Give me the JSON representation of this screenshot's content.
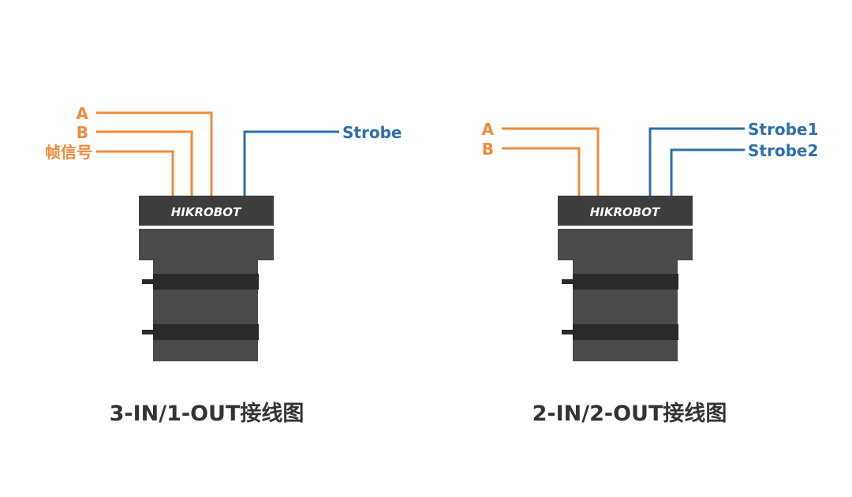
{
  "colors": {
    "input": "#f08a3c",
    "output": "#2f6ea8",
    "body_dark": "#3d3d3d",
    "body_mid": "#4a4a4a",
    "band": "#2a2a2a",
    "logo": "#ffffff",
    "caption": "#333333"
  },
  "left": {
    "logo": "HIKROBOT",
    "caption": "3-IN/1-OUT接线图",
    "inputs": [
      "A",
      "B",
      "帧信号"
    ],
    "outputs": [
      "Strobe"
    ]
  },
  "right": {
    "logo": "HIKROBOT",
    "caption": "2-IN/2-OUT接线图",
    "inputs": [
      "A",
      "B"
    ],
    "outputs": [
      "Strobe1",
      "Strobe2"
    ]
  }
}
